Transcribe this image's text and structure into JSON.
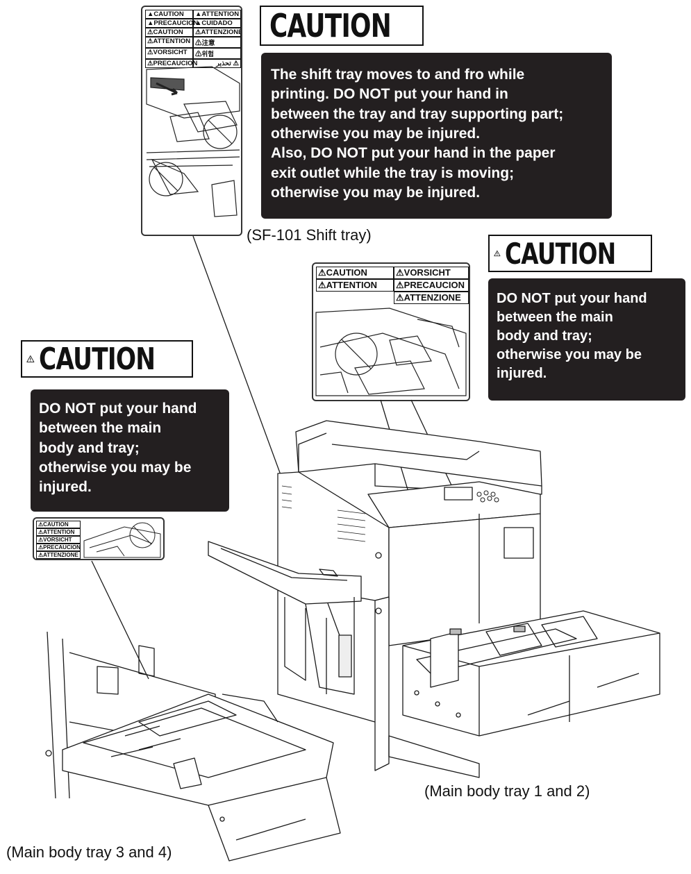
{
  "caution_word": "CAUTION",
  "shift_tray": {
    "message_lines": [
      "The shift tray moves to and fro while",
      "printing. DO NOT put your hand in",
      "between the tray and tray supporting part;",
      "otherwise you may be injured.",
      "Also, DO NOT put your hand in the paper",
      "exit outlet while the tray is moving;",
      "otherwise you may be injured."
    ],
    "caption": "(SF-101 Shift tray)",
    "label_rows": [
      [
        "▲CAUTION",
        "▲ATTENTION"
      ],
      [
        "▲PRECAUCION",
        "▲CUIDADO"
      ],
      [
        "⚠CAUTION",
        "⚠ATTENZIONE"
      ],
      [
        "⚠ATTENTION",
        "⚠注意"
      ],
      [
        "⚠VORSICHT",
        "⚠위험"
      ],
      [
        "⚠PRECAUCION",
        "تحذير ⚠"
      ]
    ]
  },
  "tray12": {
    "message_lines": [
      "DO NOT put your hand",
      "between the main",
      "body and tray;",
      "otherwise you may be",
      "injured."
    ],
    "caption": "(Main body tray 1 and 2)",
    "label_rows": [
      [
        "⚠CAUTION",
        "⚠VORSICHT"
      ],
      [
        "⚠ATTENTION",
        "⚠PRECAUCION"
      ],
      [
        "",
        "⚠ATTENZIONE"
      ]
    ]
  },
  "tray34": {
    "message_lines": [
      "DO NOT put your hand",
      "between the main",
      "body and tray;",
      "otherwise you may be",
      "injured."
    ],
    "caption": "(Main body tray 3 and 4)",
    "label_rows": [
      [
        "⚠CAUTION"
      ],
      [
        "⚠ATTENTION"
      ],
      [
        "⚠VORSICHT"
      ],
      [
        "⚠PRECAUCION"
      ],
      [
        "⚠ATTENZIONE"
      ]
    ]
  },
  "colors": {
    "message_bg": "#231f20",
    "ink": "#111111"
  }
}
